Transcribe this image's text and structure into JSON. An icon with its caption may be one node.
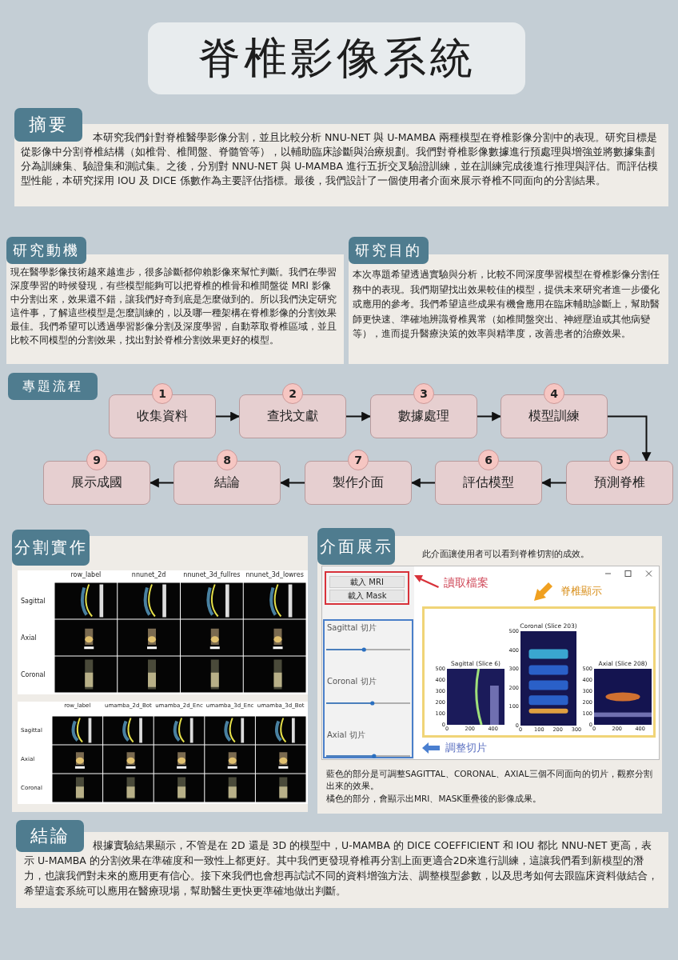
{
  "diagram": {
    "title": "脊椎影像系統",
    "nodes": [
      {
        "text": [
          "摘要",
          "本研究我們針對脊椎醫學影像分割，並且比較分析 NNU-NET 與 U-MAMBA 兩種模型在脊椎影像分割中的表現。研究目標是從影像中分割脊椎結構（如椎骨、椎間盤、脊髓管等），以輔助臨床診斷與治療規劃。我們對脊椎影像數據進行預處理與增強並將數據集劃分為訓練集、驗證集和測試集。之後，分別對 NNU-NET 與 U-MAMBA 進行五折交叉驗證訓練，並在訓練完成後進行推理與評估。而評估模型性能，本研究採用 IOU 及 DICE 係數作為主要評估指標。最後，我們設計了一個使用者介面來展示脊椎不同面向的分割結果。"
        ]
      },
      {
        "text": [
          "研究動機",
          "現在醫學影像技術越來越進步，很多診斷都仰賴影像來幫忙判斷。我們在學習深度學習的時候發現，有些模型能夠可以把脊椎的椎骨和椎間盤從 MRI 影像中分割出來，效果還不錯，讓我們好奇到底是怎麼做到的。所以我們決定研究這件事，了解這些模型是怎麼訓練的，以及哪一種架構在脊椎影像的分割效果最佳。我們希望可以透過學習影像分割及深度學習，自動萃取脊椎區域，並且比較不同模型的分割效果，找出對於脊椎分割效果更好的模型。"
        ]
      },
      {
        "text": [
          "研究目的",
          "本次專題希望透過實驗與分析，比較不同深度學習模型在脊椎影像分割任務中的表現。我們期望找出效果較佳的模型，提供未來研究者進一步優化或應用的參考。我們希望這些成果有機會應用在臨床輔助診斷上，幫助醫師更快速、準確地辨識脊椎異常（如椎間盤突出、神經壓迫或其他病變等），進而提升醫療決策的效率與精準度，改善患者的治療效果。"
        ]
      },
      {
        "text": [
          "1",
          "收集資料"
        ]
      },
      {
        "text": [
          "2",
          "查找文獻"
        ]
      },
      {
        "text": [
          "3",
          "數據處理"
        ]
      },
      {
        "text": [
          "4",
          "模型訓練"
        ]
      },
      {
        "text": [
          "5",
          "預測脊椎"
        ]
      },
      {
        "text": [
          "6",
          "評估模型"
        ]
      },
      {
        "text": [
          "7",
          "製作介面"
        ]
      },
      {
        "text": [
          "8",
          "結論"
        ]
      },
      {
        "text": [
          "9",
          "展示成國"
        ]
      },
      {
        "text": [
          "分割實作"
        ]
      },
      {
        "text": [
          "介面展示",
          "此介面讓使用者可以看到脊椎切割的成效。",
          "藍色的部分是可調整SAGITTAL、CORONAL、AXIAL三個不同面向的切片，觀察分割出來的效果。",
          "橘色的部分，會顯示出MRI、MASK重疊後的影像成果。"
        ]
      },
      {
        "text": [
          "結論",
          "根據實驗結果顯示，不管是在 2D 還是 3D 的模型中，U-MAMBA 的 DICE COEFFICIENT 和 IOU 都比 NNU-NET 更高，表示 U-MAMBA 的分割效果在準確度和一致性上都更好。其中我們更發現脊椎再分割上面更適合2D來進行訓練，這讓我們看到新模型的潛力，也讓我們對未來的應用更有信心。接下來我們也會想再試試不同的資料增強方法、調整模型參數，以及思考如何去跟臨床資料做結合，希望這套系統可以應用在醫療現場，幫助醫生更快更準確地做出判斷。"
        ]
      }
    ],
    "edges": [
      {
        "from": 3,
        "to": 4,
        "arrow": "to"
      },
      {
        "from": 4,
        "to": 5,
        "arrow": "to"
      },
      {
        "from": 5,
        "to": 6,
        "arrow": "to"
      },
      {
        "from": 6,
        "to": 7,
        "arrow": "to"
      },
      {
        "from": 7,
        "to": 8,
        "arrow": "to"
      },
      {
        "from": 8,
        "to": 9,
        "arrow": "to"
      },
      {
        "from": 9,
        "to": 10,
        "arrow": "to"
      },
      {
        "from": 10,
        "to": 11,
        "arrow": "to"
      }
    ],
    "labels": [
      "專題流程",
      "row_label",
      "nnunet_2d",
      "nnunet_3d_fullres",
      "nnunet_3d_lowres",
      "Sagittal",
      "Axial",
      "Coronal",
      "row_label",
      "umamba_2d_Bot",
      "umamba_2d_Enc",
      "umamba_3d_Enc",
      "umamba_3d_Bot",
      "Sagittal",
      "Axial",
      "Coronal",
      "載入 MRI",
      "載入 Mask",
      "Sagittal 切片",
      "Coronal 切片",
      "Axial 切片",
      "讀取檔案",
      "脊椎顯示",
      "調整切片",
      "Sagittal (Slice 6)",
      "500",
      "400",
      "300",
      "200",
      "100",
      "0",
      "0",
      "200",
      "400",
      "Coronal (Slice 203)",
      "500",
      "400",
      "300",
      "200",
      "100",
      "0",
      "0",
      "100",
      "200",
      "300",
      "Axial (Slice 208)",
      "500",
      "400",
      "300",
      "200",
      "100",
      "0",
      "0",
      "200",
      "400"
    ]
  }
}
